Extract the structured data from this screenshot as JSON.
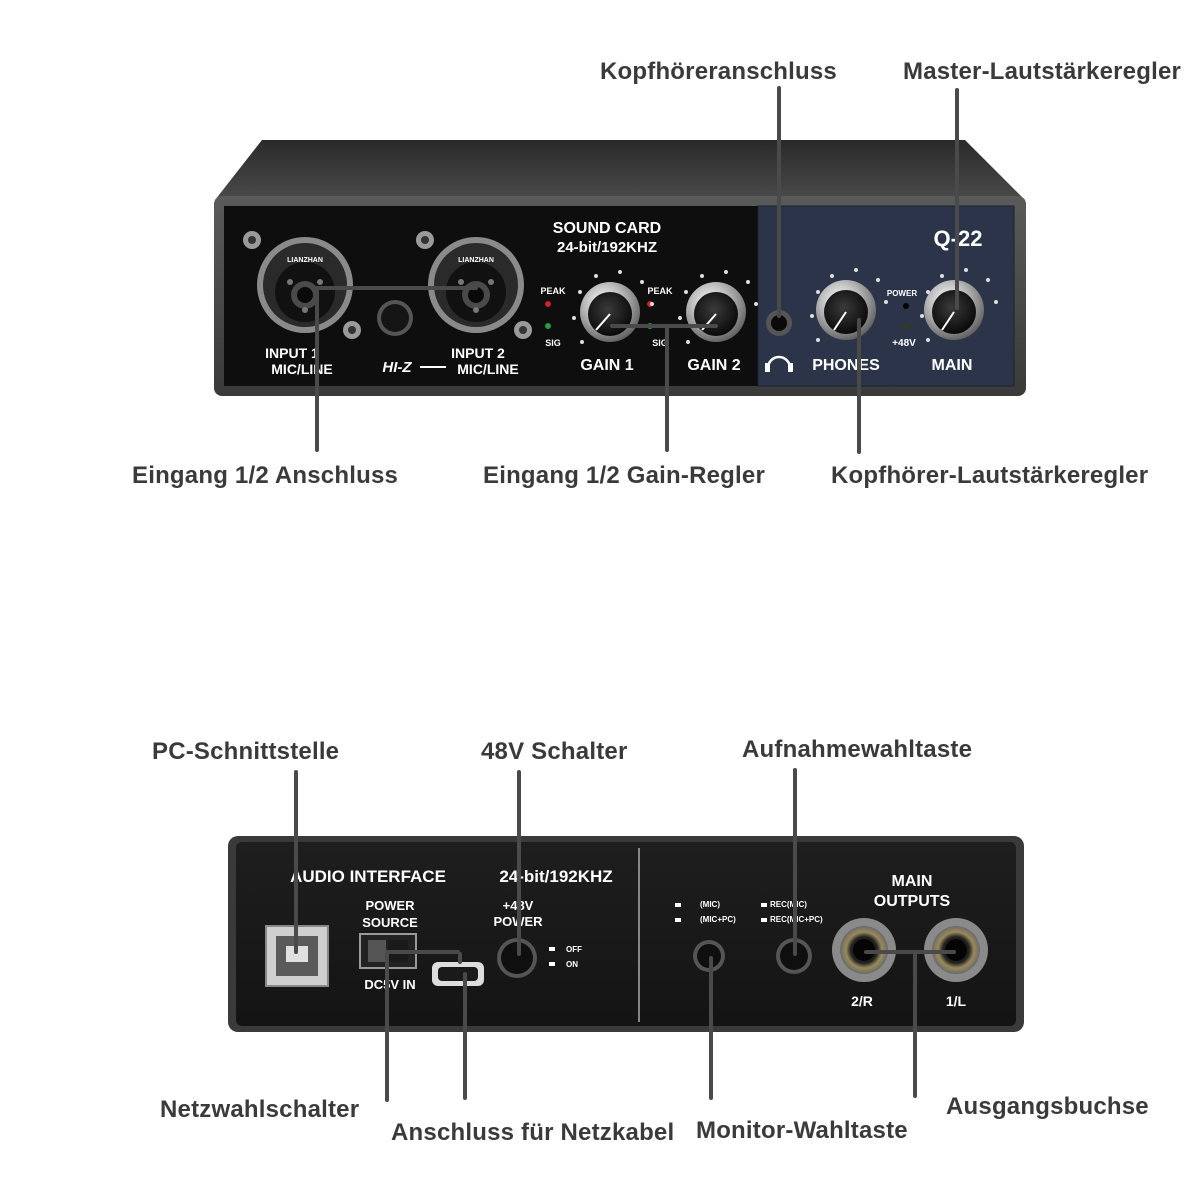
{
  "front": {
    "brand": "Q-22",
    "label_sound_card": "SOUND CARD",
    "label_spec": "24-bit/192KHZ",
    "input1_label_a": "INPUT 1",
    "input1_label_b": "MIC/LINE",
    "hiz_label": "HI-Z",
    "input2_label_a": "INPUT 2",
    "input2_label_b": "MIC/LINE",
    "peak_label_1": "PEAK",
    "sig_label_1": "SIG",
    "peak_label_2": "PEAK",
    "sig_label_2": "SIG",
    "gain1_label": "GAIN 1",
    "gain2_label": "GAIN 2",
    "phones_label": "PHONES",
    "main_label": "MAIN",
    "power_label": "POWER",
    "p48_label": "+48V",
    "xlr_brand": "LIANZHAN"
  },
  "back": {
    "audio_interface": "AUDIO INTERFACE",
    "spec": "24-bit/192KHZ",
    "power_source_a": "POWER",
    "power_source_b": "SOURCE",
    "dc_in": "DC5V IN",
    "p48_power_a": "+48V",
    "p48_power_b": "POWER",
    "off": "OFF",
    "on": "ON",
    "mon_mic": "(MIC)",
    "mon_micpc": "(MIC+PC)",
    "rec_mic": "REC(MIC)",
    "rec_micpc": "REC(MIC+PC)",
    "main_outputs_a": "MAIN",
    "main_outputs_b": "OUTPUTS",
    "out_2r": "2/R",
    "out_1l": "1/L"
  },
  "callouts": {
    "headphone_jack": "Kopfhöreranschluss",
    "master_volume": "Master-Lautstärkeregler",
    "input_jack": "Eingang 1/2 Anschluss",
    "input_gain": "Eingang 1/2 Gain-Regler",
    "headphone_volume": "Kopfhörer-Lautstärkeregler",
    "pc_interface": "PC-Schnittstelle",
    "switch_48v": "48V Schalter",
    "record_select": "Aufnahmewahltaste",
    "power_select": "Netzwahlschalter",
    "power_cable": "Anschluss für Netzkabel",
    "monitor_select": "Monitor-Wahltaste",
    "output_jack": "Ausgangsbuchse"
  }
}
